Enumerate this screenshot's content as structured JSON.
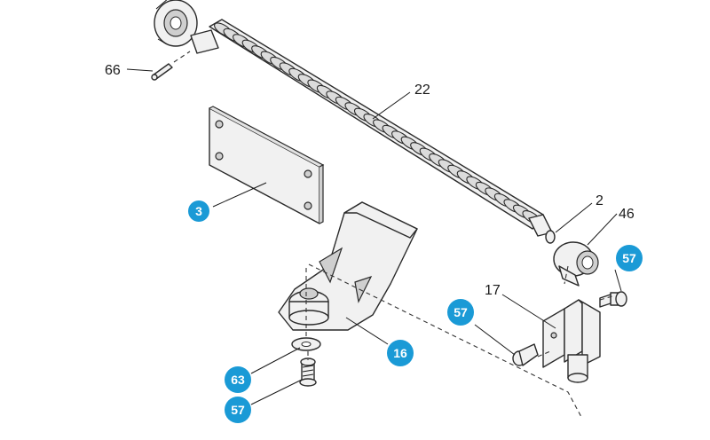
{
  "diagram": {
    "plain_callouts": [
      {
        "id": "label-66",
        "text": "66"
      },
      {
        "id": "label-22",
        "text": "22"
      },
      {
        "id": "label-2",
        "text": "2"
      },
      {
        "id": "label-46",
        "text": "46"
      },
      {
        "id": "label-17",
        "text": "17"
      }
    ],
    "bubble_callouts": [
      {
        "id": "bubble-3",
        "text": "3"
      },
      {
        "id": "bubble-57-top",
        "text": "57"
      },
      {
        "id": "bubble-57-mid",
        "text": "57"
      },
      {
        "id": "bubble-16",
        "text": "16"
      },
      {
        "id": "bubble-63",
        "text": "63"
      },
      {
        "id": "bubble-57-bottom",
        "text": "57"
      }
    ],
    "colors": {
      "bubble": "#1a9ad6",
      "line": "#1a1a1a",
      "part_fill": "#f1f1f1"
    }
  }
}
